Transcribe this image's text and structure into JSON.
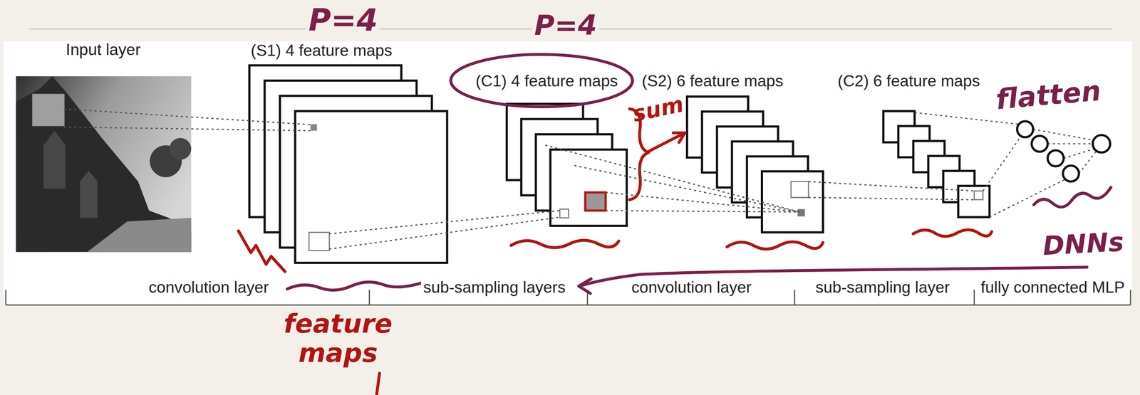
{
  "diagram": {
    "nodes": [
      {
        "text": [
          "Input layer"
        ]
      },
      {
        "text": [
          "(S1) 4 feature maps"
        ]
      },
      {
        "text": [
          "(C1) 4 feature maps"
        ]
      },
      {
        "text": [
          "(S2) 6 feature maps"
        ]
      },
      {
        "text": [
          "(C2) 6 feature maps"
        ]
      }
    ],
    "edges": [
      {
        "from": 0,
        "to": 1,
        "arrow": "none"
      },
      {
        "from": 1,
        "to": 2,
        "arrow": "none"
      },
      {
        "from": 2,
        "to": 3,
        "arrow": "none"
      },
      {
        "from": 3,
        "to": 4,
        "arrow": "none"
      }
    ],
    "labels": [
      "P=4",
      "P=4",
      "sum",
      "flatten",
      "DNNs",
      "feature maps",
      "convolution layer",
      "sub-sampling layers",
      "convolution layer",
      "sub-sampling layer",
      "fully connected MLP"
    ]
  }
}
